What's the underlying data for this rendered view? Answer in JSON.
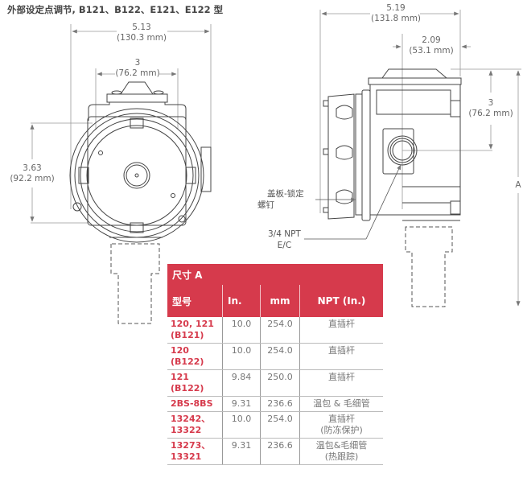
{
  "title": "外部设定点调节, B121、B122、E121、E122 型",
  "front_view": {
    "overall_width": {
      "in": "5.13",
      "mm": "(130.3 mm)"
    },
    "inner_width": {
      "in": "3",
      "mm": "(76.2 mm)"
    },
    "height": {
      "in": "3.63",
      "mm": "(92.2 mm)"
    }
  },
  "side_view": {
    "overall_width": {
      "in": "5.19",
      "mm": "(131.8 mm)"
    },
    "offset": {
      "in": "2.09",
      "mm": "(53.1 mm)"
    },
    "height": {
      "in": "3",
      "mm": "(76.2 mm)"
    },
    "dimension_a": "A",
    "callouts": {
      "cover_screw_line1": "盖板-锁定",
      "cover_screw_line2": "螺钉",
      "conduit_line1": "3/4 NPT",
      "conduit_line2": "E/C"
    }
  },
  "table": {
    "caption": "尺寸 A",
    "headers": [
      "型号",
      "In.",
      "mm",
      "NPT (In.)"
    ],
    "rows": [
      {
        "model_l1": "120, 121",
        "model_l2": "(B121)",
        "in": "10.0",
        "mm": "254.0",
        "npt_l1": "直插杆",
        "npt_l2": ""
      },
      {
        "model_l1": "120",
        "model_l2": "(B122)",
        "in": "10.0",
        "mm": "254.0",
        "npt_l1": "直插杆",
        "npt_l2": ""
      },
      {
        "model_l1": "121",
        "model_l2": "(B122)",
        "in": "9.84",
        "mm": "250.0",
        "npt_l1": "直插杆",
        "npt_l2": ""
      },
      {
        "model_l1": "2BS-8BS",
        "model_l2": "",
        "in": "9.31",
        "mm": "236.6",
        "npt_l1": "温包 & 毛细管",
        "npt_l2": ""
      },
      {
        "model_l1": "13242、",
        "model_l2": "13322",
        "in": "10.0",
        "mm": "254.0",
        "npt_l1": "直插杆",
        "npt_l2": "(防冻保护)"
      },
      {
        "model_l1": "13273、",
        "model_l2": "13321",
        "in": "9.31",
        "mm": "236.6",
        "npt_l1": "温包&毛细管",
        "npt_l2": "(热跟踪)"
      }
    ]
  },
  "colors": {
    "accent": "#d63a4c",
    "line": "#555555",
    "dim_line": "#888888"
  }
}
